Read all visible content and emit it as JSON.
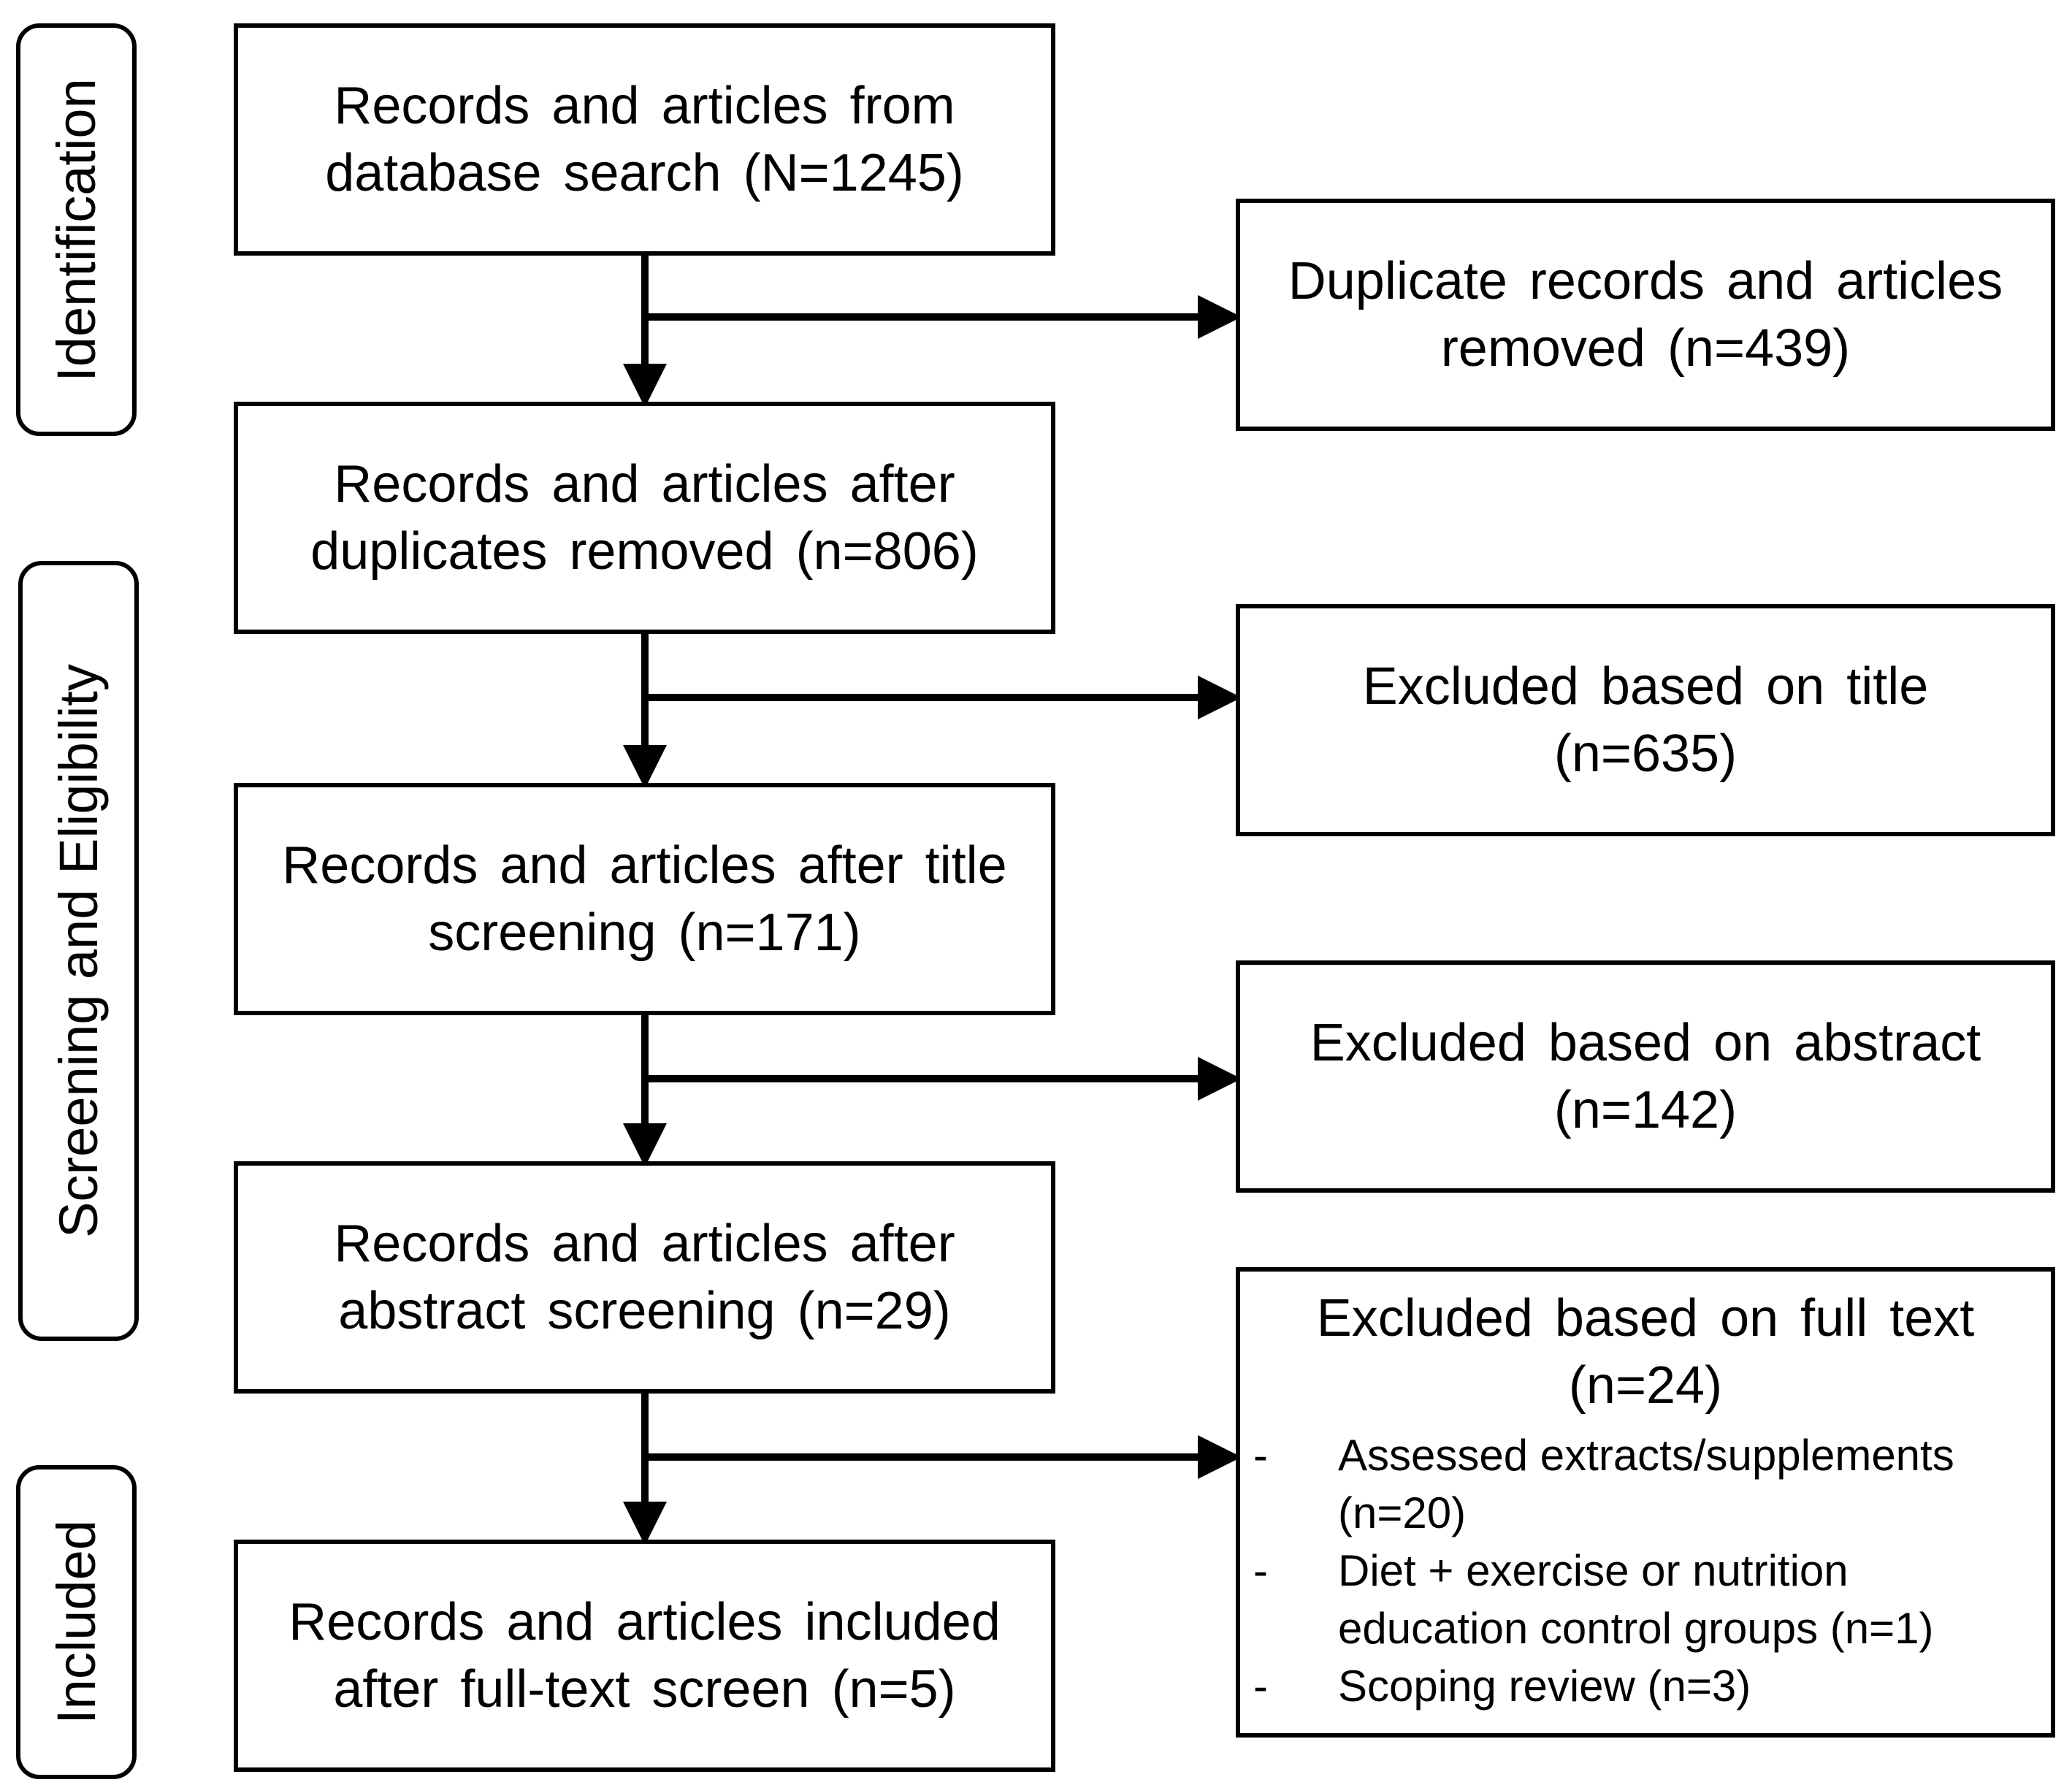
{
  "phases": [
    {
      "label": "Identification"
    },
    {
      "label": "Screening and Eligibility"
    },
    {
      "label": "Included"
    }
  ],
  "flow": {
    "identified": {
      "text": "Records and articles from\ndatabase search (N=1245)"
    },
    "after_duplicates": {
      "text": "Records and articles after\nduplicates removed (n=806)"
    },
    "after_title": {
      "text": "Records and articles after title\nscreening (n=171)"
    },
    "after_abstract": {
      "text": "Records and articles after\nabstract screening (n=29)"
    },
    "included": {
      "text": "Records and articles included\nafter full-text screen (n=5)"
    }
  },
  "exclusions": {
    "duplicates": {
      "text": "Duplicate records and articles\nremoved (n=439)"
    },
    "title": {
      "text": "Excluded based on title\n(n=635)"
    },
    "abstract": {
      "text": "Excluded based on abstract\n(n=142)"
    },
    "full_text": {
      "title": "Excluded based on full text\n(n=24)",
      "reasons": [
        {
          "bullet": "-",
          "text": "Assessed extracts/supplements\n(n=20)"
        },
        {
          "bullet": "-",
          "text": "Diet + exercise or nutrition\neducation control groups (n=1)"
        },
        {
          "bullet": "-",
          "text": "Scoping review (n=3)"
        }
      ]
    }
  },
  "colors": {
    "stroke": "#000000",
    "background": "#ffffff"
  }
}
